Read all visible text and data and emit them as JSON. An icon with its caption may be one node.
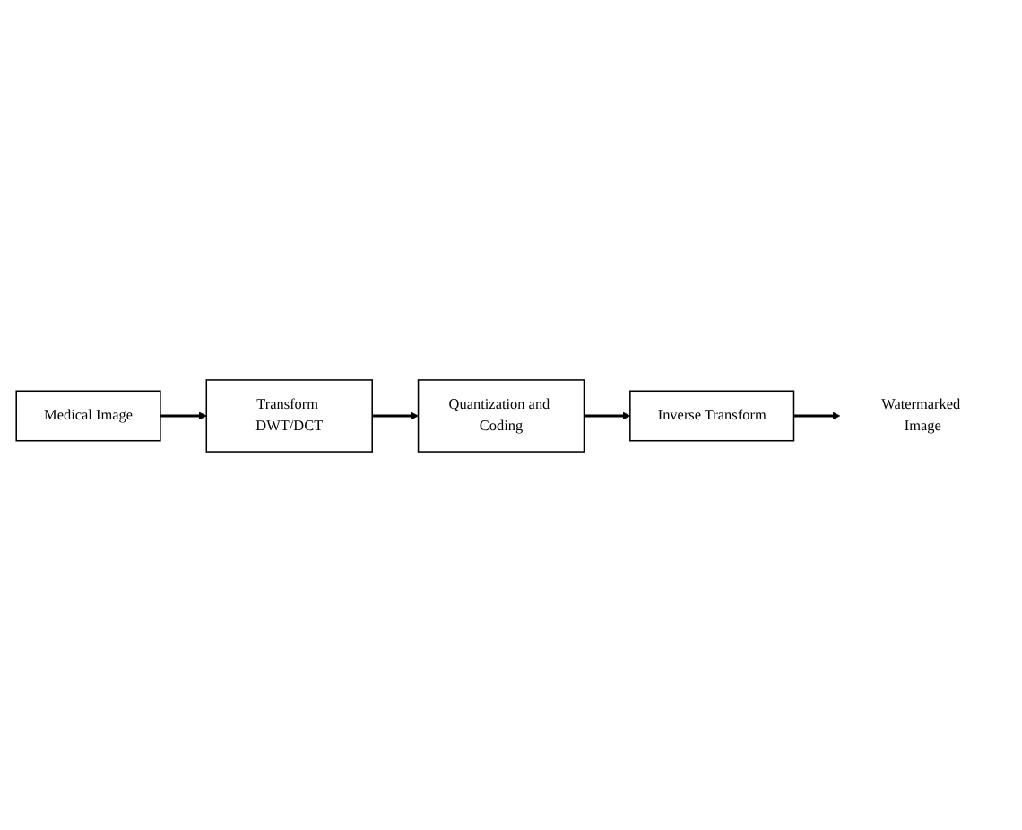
{
  "diagram": {
    "nodes": [
      {
        "text": [
          "Medical Image"
        ]
      },
      {
        "text": [
          "Transform DWT/DCT"
        ]
      },
      {
        "text": [
          "Quantization and Coding"
        ]
      },
      {
        "text": [
          "Inverse Transform"
        ]
      },
      {
        "text": [
          "Watermarked Image"
        ]
      }
    ],
    "edges": [
      {
        "from": 0,
        "to": 1,
        "arrow": "to"
      },
      {
        "from": 1,
        "to": 2,
        "arrow": "to"
      },
      {
        "from": 2,
        "to": 3,
        "arrow": "to"
      },
      {
        "from": 3,
        "to": 4,
        "arrow": "to"
      }
    ]
  }
}
